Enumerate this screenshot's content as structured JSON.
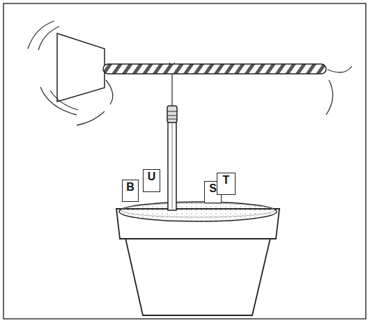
{
  "diagram": {
    "nodes": [
      {
        "text": [
          "B"
        ]
      },
      {
        "text": [
          "U"
        ]
      },
      {
        "text": [
          "S"
        ]
      },
      {
        "text": [
          "T"
        ]
      }
    ]
  }
}
